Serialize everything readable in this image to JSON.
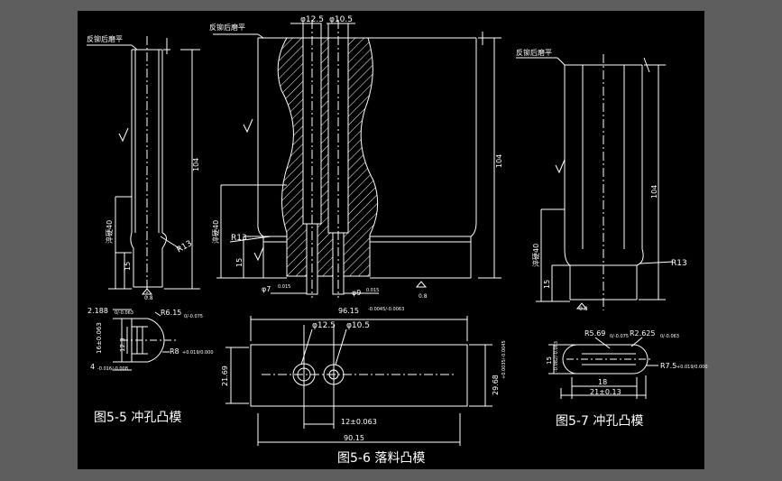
{
  "captions": {
    "fig5_5": "图5-5 冲孔凸模",
    "fig5_6": "图5-6 落料凸模",
    "fig5_7": "图5-7 冲孔凸模"
  },
  "notes": {
    "left_top": "反铆后磨平",
    "center_top": "反铆后磨平",
    "right_top": "反铆后磨平"
  },
  "dims": {
    "left": {
      "len104": "104",
      "len40": "淬硬40",
      "len15": "15",
      "r13": "R13",
      "rough": "0.8",
      "d1": "2.188",
      "d1tol": "0/-0.063",
      "r6": "R6.15",
      "r6tol": "0/-0.075",
      "h16": "16±0.063",
      "h12": "12.3",
      "r8": "R8",
      "r8tol": "+0.019/0.000",
      "h4": "4",
      "h4tol": "-0.016/-0.008"
    },
    "center": {
      "phi125": "φ12.5",
      "phi105": "φ10.5",
      "len104": "104",
      "len40": "淬硬40",
      "len15": "15",
      "r13": "R13",
      "phi7": "φ7",
      "phi7tol": "0.015",
      "phi9": "φ9",
      "phi9tol": "0.015",
      "rough": "0.8"
    },
    "plan": {
      "w9615": "96.15",
      "w9615tol": "-0.0045/-0.0063",
      "phi125": "φ12.5",
      "phi105": "φ10.5",
      "h2169": "21.69",
      "h2968": "29.68",
      "h2968tol": "+0.0035/-0.0045",
      "c12": "12±0.063",
      "w9015": "90.15"
    },
    "right": {
      "len104": "104",
      "len40": "淬硬40",
      "len15": "15",
      "r13": "R13",
      "rough": "0.8",
      "r569": "R5.69",
      "r569tol": "0/-0.075",
      "r2625": "R2.625",
      "r2625tol": "0/-0.063",
      "h15": "15",
      "h15tol": "-0.082/-0.063",
      "r75": "R7.5",
      "r75tol": "+0.019/0.000",
      "w18": "18",
      "w21": "21±0.13"
    }
  },
  "colors": {
    "background": "#000000",
    "line": "#ffffff",
    "frame": "#5e5e5e"
  }
}
